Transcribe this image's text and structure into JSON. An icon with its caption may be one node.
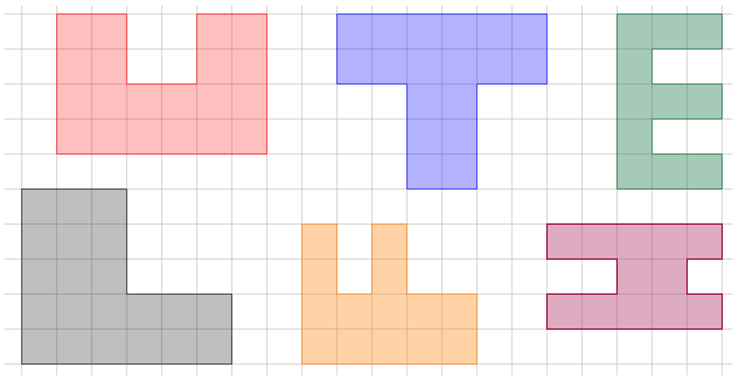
{
  "diagram": {
    "nodes": [
      {
        "text": [],
        "shape": "polyomino"
      },
      {
        "text": [],
        "shape": "polyomino"
      },
      {
        "text": [],
        "shape": "polyomino"
      },
      {
        "text": [],
        "shape": "polyomino"
      },
      {
        "text": [],
        "shape": "polyomino"
      },
      {
        "text": [],
        "shape": "polyomino"
      }
    ]
  }
}
